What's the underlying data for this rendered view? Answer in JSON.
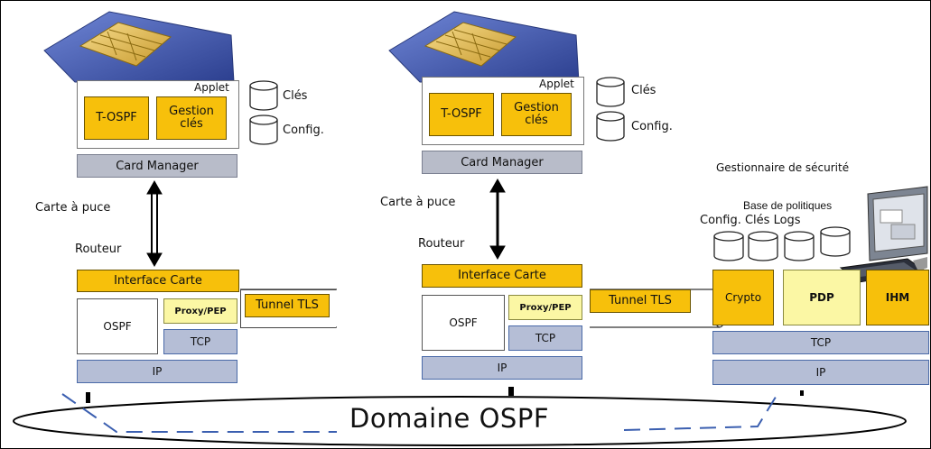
{
  "left": {
    "applet_label": "Applet",
    "tospf": "T-OSPF",
    "gestion_cles": "Gestion\nclés",
    "card_manager": "Card Manager",
    "cles_label": "Clés",
    "config_label": "Config.",
    "carte_a_puce": "Carte à puce",
    "routeur": "Routeur",
    "interface_carte": "Interface Carte",
    "ospf": "OSPF",
    "proxy_pep": "Proxy/PEP",
    "tcp": "TCP",
    "ip": "IP",
    "tunnel_tls": "Tunnel TLS"
  },
  "middle": {
    "applet_label": "Applet",
    "tospf": "T-OSPF",
    "gestion_cles": "Gestion\nclés",
    "card_manager": "Card Manager",
    "cles_label": "Clés",
    "config_label": "Config.",
    "carte_a_puce": "Carte à puce",
    "routeur": "Routeur",
    "interface_carte": "Interface Carte",
    "ospf": "OSPF",
    "proxy_pep": "Proxy/PEP",
    "tcp": "TCP",
    "ip": "IP",
    "tunnel_tls": "Tunnel TLS"
  },
  "right": {
    "gestionnaire": "Gestionnaire de sécurité",
    "base_politiques": "Base de politiques",
    "stores_label": "Config. Clés Logs",
    "crypto": "Crypto",
    "pdp": "PDP",
    "ihm": "IHM",
    "tcp": "TCP",
    "ip": "IP"
  },
  "domain_label": "Domaine OSPF",
  "colors": {
    "yellow": "#f7c00b",
    "pale_yellow": "#fbf7a4",
    "gray": "#b8bcc9",
    "blue_box": "#b5bed6",
    "sim_blue": "#3d57b0",
    "chip_gold": "#e8c25a"
  }
}
